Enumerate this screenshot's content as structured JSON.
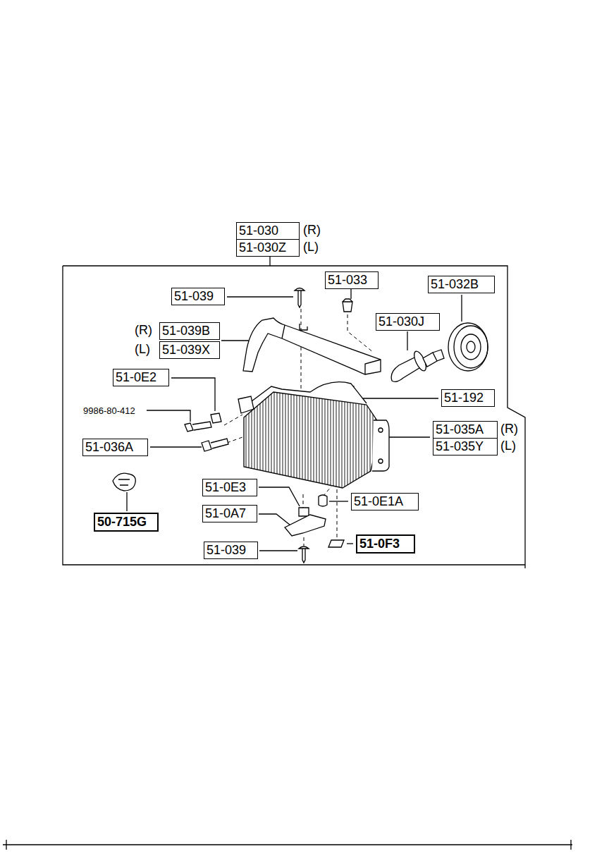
{
  "diagram": {
    "labels": [
      "51-030",
      "(R)",
      "51-030Z",
      "(L)",
      "51-033",
      "51-032B",
      "51-039",
      "(R)",
      "51-039B",
      "(L)",
      "51-039X",
      "51-030J",
      "51-0E2",
      "9986-80-412",
      "51-192",
      "51-035A",
      "(R)",
      "51-035Y",
      "(L)",
      "51-036A",
      "50-715G",
      "51-0E3",
      "51-0E1A",
      "51-0A7",
      "51-039",
      "51-0F3"
    ]
  }
}
